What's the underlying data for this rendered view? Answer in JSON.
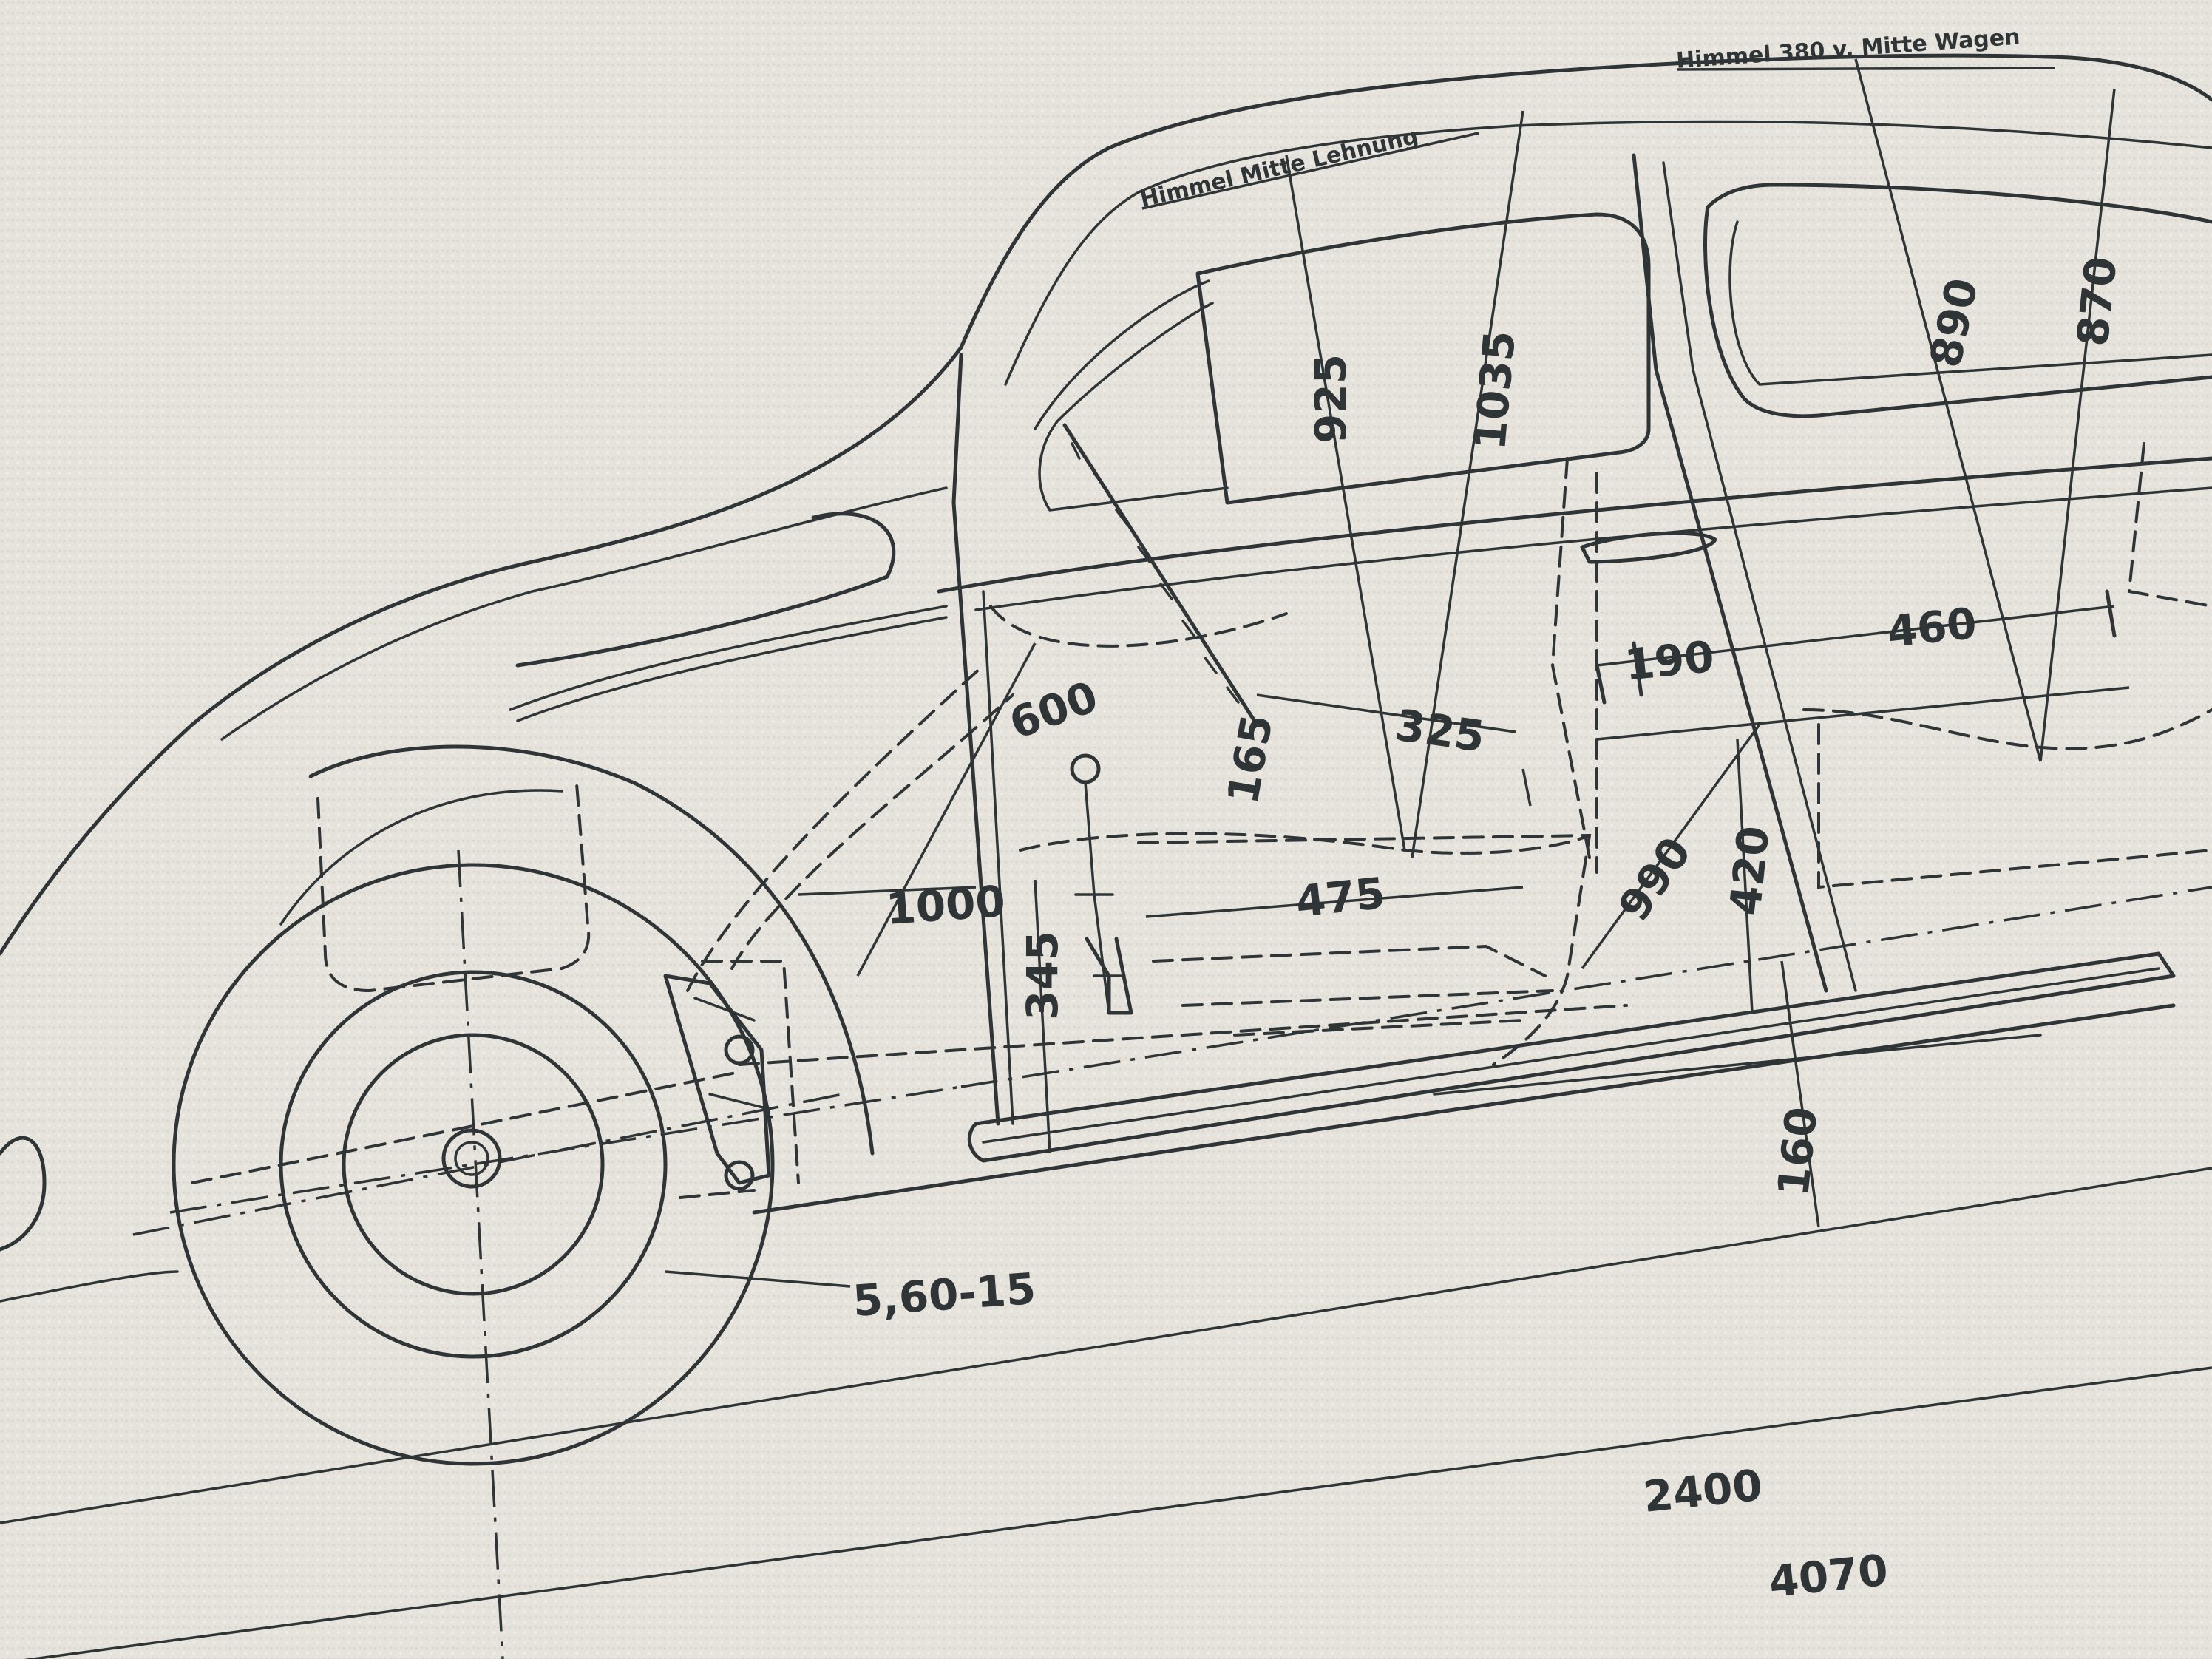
{
  "colors": {
    "paper": "#e6e3dc",
    "ink": "#2f3436"
  },
  "annotations": {
    "roof_front": "Himmel Mitte Lehnung",
    "roof_rear": "Himmel 380 v. Mitte Wagen"
  },
  "dimensions": {
    "d925": "925",
    "d1035": "1035",
    "d890": "890",
    "d870": "870",
    "d600": "600",
    "d165": "165",
    "d325": "325",
    "d190": "190",
    "d460": "460",
    "d1000": "1000",
    "d475": "475",
    "d345": "345",
    "d990": "990",
    "d420": "420",
    "d160": "160",
    "tire": "5,60-15",
    "wheelbase": "2400",
    "length": "4070"
  }
}
